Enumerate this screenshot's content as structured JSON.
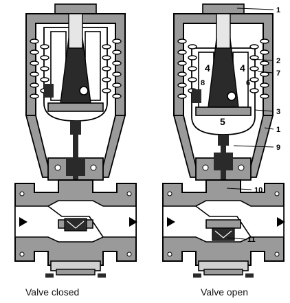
{
  "captions": {
    "left": "Valve closed",
    "right": "Valve open"
  },
  "callouts": {
    "c1a": "1",
    "c2": "2",
    "c7": "7",
    "c3": "3",
    "c1b": "1",
    "c9": "9",
    "c10": "10",
    "c11": "11"
  },
  "inner_labels": {
    "four_left": "4",
    "four_right": "4",
    "eight": "8",
    "six": "6",
    "five": "5"
  },
  "colors": {
    "gray": "#9a9a9a",
    "dark": "#2a2a2a",
    "light": "#e6e6e6",
    "white": "#ffffff",
    "outline": "#000000"
  }
}
